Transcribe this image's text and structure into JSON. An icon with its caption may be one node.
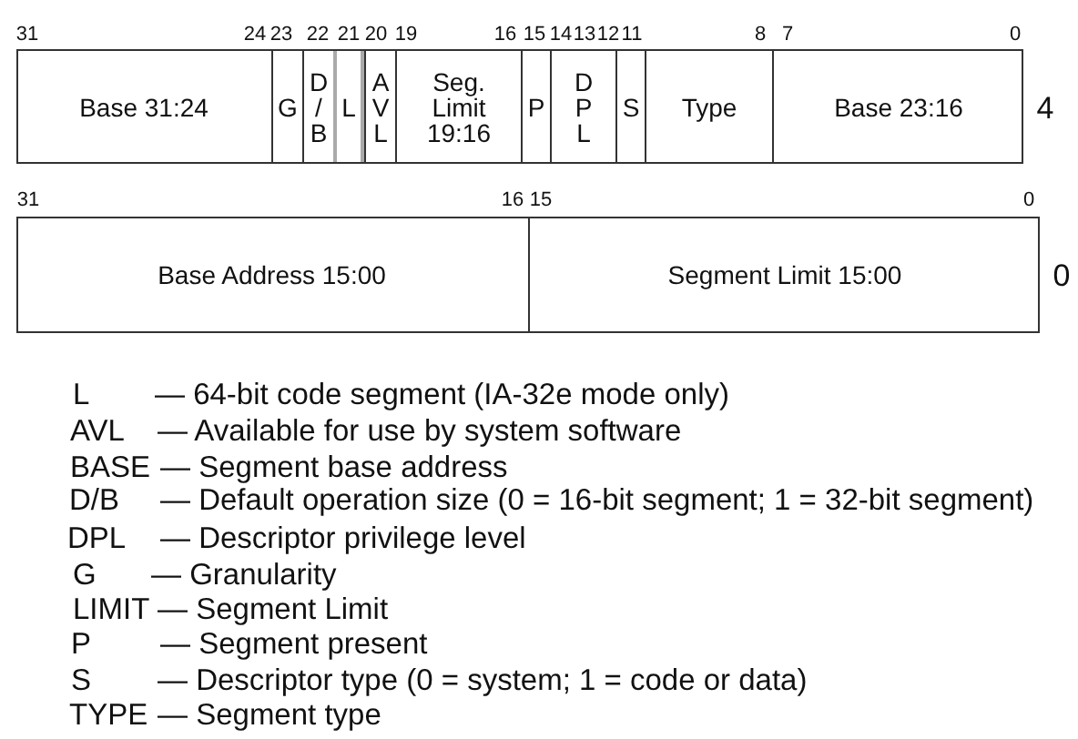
{
  "diagram": {
    "nodes": [
      {
        "text": [],
        "shape": "box",
        "beside": [
          "4"
        ]
      },
      {
        "text": [
          "Base 31:24"
        ],
        "in": 0
      },
      {
        "text": [
          "G"
        ],
        "in": 0
      },
      {
        "text": [
          "D / B"
        ],
        "in": 0
      },
      {
        "text": [
          "L"
        ],
        "in": 0
      },
      {
        "text": [
          "A V L"
        ],
        "in": 0
      },
      {
        "text": [
          "Seg. Limit 19:16"
        ],
        "in": 0
      },
      {
        "text": [
          "P"
        ],
        "in": 0
      },
      {
        "text": [
          "D P L"
        ],
        "in": 0
      },
      {
        "text": [
          "S"
        ],
        "in": 0
      },
      {
        "text": [
          "Type"
        ],
        "in": 0
      },
      {
        "text": [
          "Base 23:16"
        ],
        "in": 0
      },
      {
        "text": [],
        "shape": "box",
        "beside": [
          "0"
        ]
      },
      {
        "text": [
          "Base Address 15:00"
        ],
        "in": 12
      },
      {
        "text": [
          "Segment Limit 15:00"
        ],
        "in": 12
      }
    ],
    "labels": [
      "31",
      "24",
      "23",
      "22",
      "21",
      "20",
      "19",
      "16",
      "15",
      "14",
      "13",
      "12",
      "11",
      "8",
      "7",
      "0",
      "31",
      "16",
      "15",
      "0",
      "L",
      "— 64-bit code segment (IA-32e mode only)",
      "AVL",
      "— Available for use by system software",
      "BASE",
      "— Segment base address",
      "D/B",
      "— Default operation size (0 = 16-bit segment; 1 = 32-bit segment)",
      "DPL",
      "— Descriptor privilege level",
      "G",
      "— Granularity",
      "LIMIT",
      "— Segment Limit",
      "P",
      "— Segment present",
      "S",
      "— Descriptor type (0 = system; 1 = code or data)",
      "TYPE",
      "— Segment type"
    ]
  }
}
